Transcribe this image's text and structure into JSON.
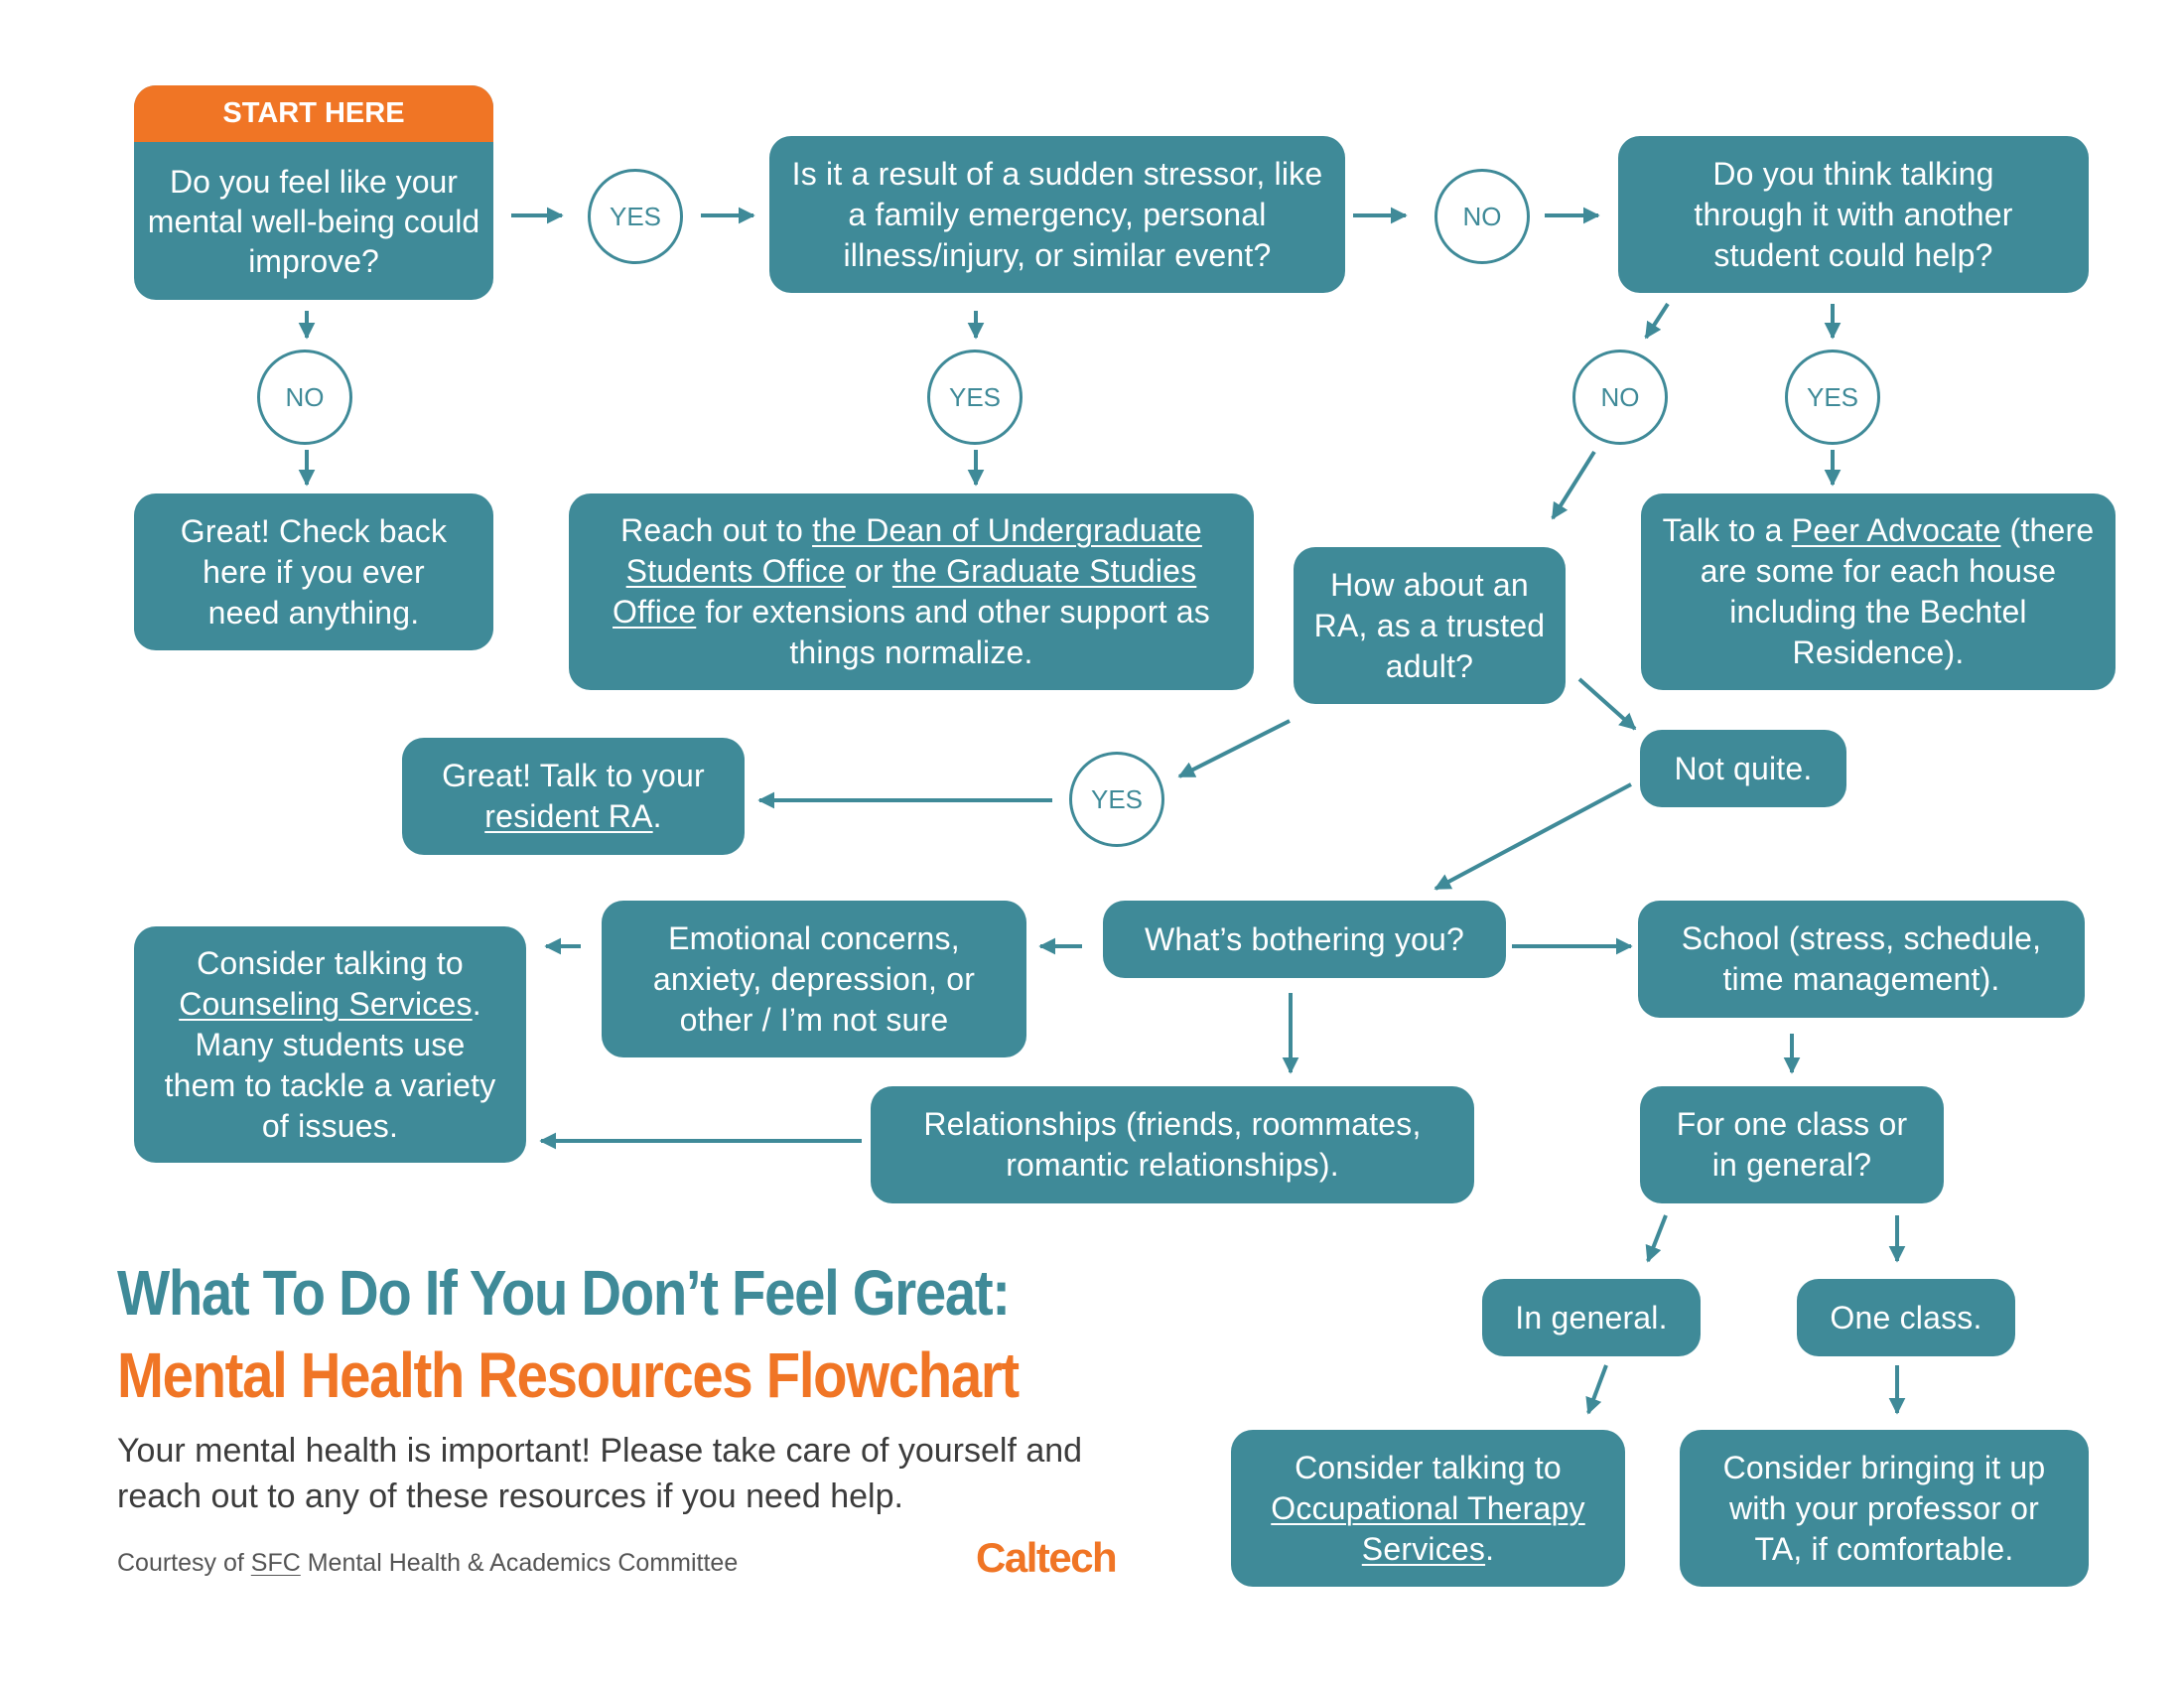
{
  "start": {
    "header": "START HERE",
    "question": "Do you feel like your mental well-being could improve?"
  },
  "nodes": {
    "sudden_stressor": "Is it a result of a sudden stressor, like a family emergency, personal illness/injury, or similar event?",
    "talk_student": "Do you think talking through it with another student could help?",
    "great_check_back": "Great! Check back here if you ever need anything.",
    "dean_pre": "Reach out to ",
    "dean_link1": "the Dean of Undergraduate Students Office",
    "dean_mid": " or ",
    "dean_link2": "the Graduate Studies Office",
    "dean_post": " for extensions and other support as things normalize.",
    "ra_question": "How about an RA, as a trusted adult?",
    "peer_pre": "Talk to a ",
    "peer_link": "Peer Advocate",
    "peer_post": " (there are some for each house including the Bechtel Residence).",
    "talk_ra_pre": "Great! Talk to your ",
    "talk_ra_link": "resident RA",
    "talk_ra_post": ".",
    "not_quite": "Not quite.",
    "bothering": "What’s bothering you?",
    "emotional": "Emotional concerns, anxiety, depression, or other / I’m not sure",
    "counsel_pre": "Consider talking to ",
    "counsel_link": "Counseling Services",
    "counsel_post": ". Many students use them to tackle a variety of issues.",
    "school": "School (stress, schedule, time management).",
    "relationships": "Relationships (friends, roommates, romantic relationships).",
    "one_or_general": "For one class or in general?",
    "in_general": "In general.",
    "one_class": "One class.",
    "ot_pre": "Consider talking to ",
    "ot_link": "Occupational Therapy Services",
    "ot_post": ".",
    "professor": "Consider bringing it up with your professor or TA, if comfortable."
  },
  "answers": {
    "yes": "YES",
    "no": "NO"
  },
  "footer": {
    "title_line1": "What To Do If You Don’t Feel Great:",
    "title_line2": "Mental Health Resources Flowchart",
    "subtitle": "Your mental health is important! Please take care of yourself and reach out to any of these resources if you need help.",
    "courtesy_pre": "Courtesy of ",
    "courtesy_link": "SFC",
    "courtesy_post": " Mental Health & Academics Committee",
    "logo": "Caltech"
  },
  "colors": {
    "teal": "#3f8a98",
    "orange": "#f07525",
    "text_dark": "#3c3c3c"
  }
}
